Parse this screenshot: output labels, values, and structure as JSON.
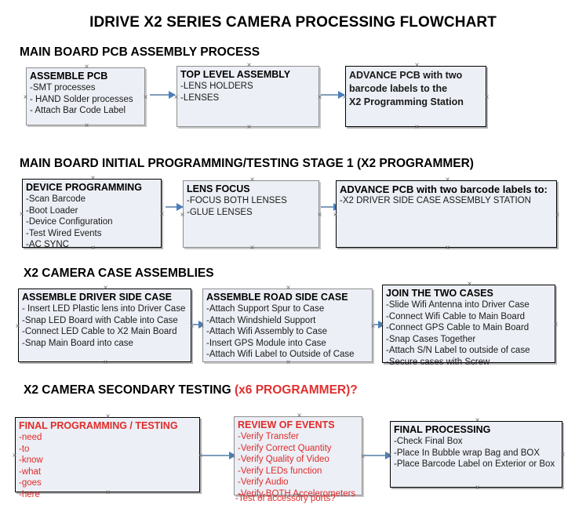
{
  "document": {
    "title": "IDRIVE X2  SERIES CAMERA PROCESSING FLOWCHART"
  },
  "colors": {
    "node_fill": "#eceff5",
    "node_border": "#000000",
    "node_border_gray": "#8e8e8e",
    "arrow": "#4a7ebb",
    "red_text": "#e02b2b",
    "black_text": "#000000",
    "background": "#ffffff"
  },
  "sections": [
    {
      "id": "main-board-pcb-assembly",
      "heading": "MAIN BOARD PCB ASSEMBLY PROCESS",
      "heading_accent": "",
      "nodes": [
        {
          "id": "assemble-pcb",
          "title": "ASSEMBLE PCB",
          "lines": [
            "-SMT processes",
            "- HAND Solder processes",
            "- Attach Bar Code Label"
          ]
        },
        {
          "id": "top-level-assembly",
          "title": "TOP LEVEL ASSEMBLY",
          "lines": [
            "-LENS HOLDERS",
            "-LENSES"
          ]
        },
        {
          "id": "advance-pcb-to-programming-station",
          "title": "",
          "lines": [
            "ADVANCE PCB with two",
            "barcode labels to the",
            " X2 Programming Station"
          ]
        }
      ]
    },
    {
      "id": "main-board-initial-programming",
      "heading": "MAIN BOARD INITIAL PROGRAMMING/TESTING STAGE 1 (X2 PROGRAMMER)",
      "heading_accent": "",
      "nodes": [
        {
          "id": "device-programming",
          "title": "DEVICE PROGRAMMING",
          "lines": [
            "-Scan Barcode",
            "-Boot Loader",
            "-Device Configuration",
            "-Test Wired Events",
            "-AC SYNC"
          ]
        },
        {
          "id": "lens-focus",
          "title": "LENS FOCUS",
          "lines": [
            "-FOCUS BOTH LENSES",
            "-GLUE LENSES"
          ]
        },
        {
          "id": "advance-pcb-to-driver-side-case",
          "title": "ADVANCE PCB with two barcode labels to:",
          "lines": [
            "-X2 DRIVER  SIDE  CASE  ASSEMBLY STATION"
          ]
        }
      ]
    },
    {
      "id": "x2-camera-case-assemblies",
      "heading": "X2 CAMERA CASE ASSEMBLIES",
      "heading_accent": "",
      "nodes": [
        {
          "id": "assemble-driver-side-case",
          "title": "ASSEMBLE DRIVER SIDE CASE",
          "lines": [
            "- Insert LED Plastic lens into Driver Case",
            "-Snap LED Board with Cable into Case",
            "-Connect LED Cable to X2 Main Board",
            "-Snap Main Board into case"
          ]
        },
        {
          "id": "assemble-road-side-case",
          "title": "ASSEMBLE ROAD SIDE CASE",
          "lines": [
            "-Attach Support Spur to Case",
            "-Attach Windshield Support",
            "-Attach Wifi Assembly to Case",
            "-Insert GPS Module into Case",
            "-Attach Wifi Label to Outside of Case"
          ]
        },
        {
          "id": "join-the-two-cases",
          "title": "JOIN THE TWO CASES",
          "lines": [
            "-Slide Wifi Antenna into Driver Case",
            "-Connect Wifi Cable to Main Board",
            "-Connect GPS Cable to Main Board",
            "-Snap Cases Together",
            "-Attach S/N Label to outside of case",
            "-Secure cases with Screw"
          ]
        }
      ]
    },
    {
      "id": "x2-camera-secondary-testing",
      "heading": "X2 CAMERA SECONDARY TESTING ",
      "heading_accent": "(x6 PROGRAMMER)?",
      "nodes": [
        {
          "id": "final-programming-testing",
          "title": "FINAL PROGRAMMING / TESTING",
          "lines": [
            "-need",
            "-to",
            "-know",
            "-what",
            "-goes",
            "-here"
          ]
        },
        {
          "id": "review-of-events",
          "title": "REVIEW OF EVENTS",
          "lines": [
            "-Verify Transfer",
            "-Verify Correct Quantity",
            "-Verify Quality of Video",
            "-Verify LEDs function",
            "-Verify Audio",
            "-Verify BOTH Accelerometers"
          ],
          "overflow_line": "-Test of accessory ports?"
        },
        {
          "id": "final-processing",
          "title": "FINAL PROCESSING",
          "lines": [
            " -Check Final Box",
            "-Place In Bubble wrap Bag and BOX",
            "-Place Barcode Label on Exterior or Box"
          ]
        }
      ]
    }
  ]
}
